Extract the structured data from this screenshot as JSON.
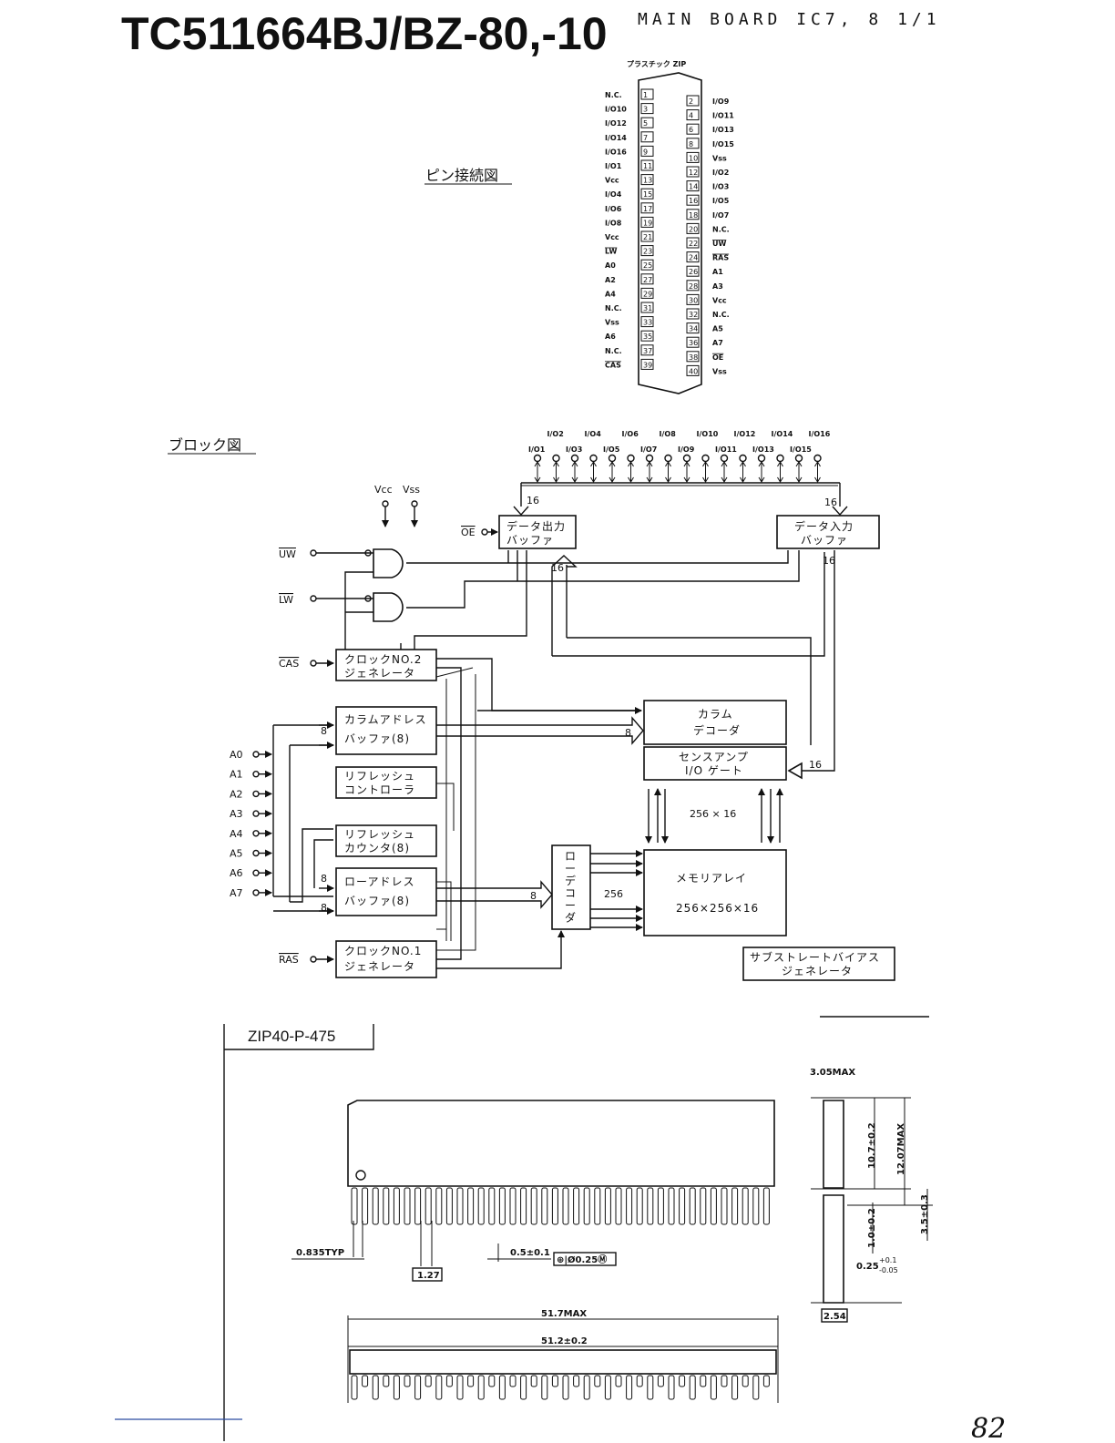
{
  "header": {
    "part_number": "TC511664BJ/BZ-80,-10",
    "board_ref": "MAIN BOARD IC7, 8 1/1",
    "page_number": "82"
  },
  "pin_section": {
    "title": "ピン接続図",
    "package_label": "プラスチック ZIP",
    "left_pins": [
      {
        "num": "1",
        "name": "N.C."
      },
      {
        "num": "3",
        "name": "I/O10"
      },
      {
        "num": "5",
        "name": "I/O12"
      },
      {
        "num": "7",
        "name": "I/O14"
      },
      {
        "num": "9",
        "name": "I/O16"
      },
      {
        "num": "11",
        "name": "I/O1"
      },
      {
        "num": "13",
        "name": "Vcc"
      },
      {
        "num": "15",
        "name": "I/O4"
      },
      {
        "num": "17",
        "name": "I/O6"
      },
      {
        "num": "19",
        "name": "I/O8"
      },
      {
        "num": "21",
        "name": "Vcc"
      },
      {
        "num": "23",
        "name": "LW"
      },
      {
        "num": "25",
        "name": "A0"
      },
      {
        "num": "27",
        "name": "A2"
      },
      {
        "num": "29",
        "name": "A4"
      },
      {
        "num": "31",
        "name": "N.C."
      },
      {
        "num": "33",
        "name": "Vss"
      },
      {
        "num": "35",
        "name": "A6"
      },
      {
        "num": "37",
        "name": "N.C."
      },
      {
        "num": "39",
        "name": "CAS"
      }
    ],
    "right_pins": [
      {
        "num": "2",
        "name": "I/O9"
      },
      {
        "num": "4",
        "name": "I/O11"
      },
      {
        "num": "6",
        "name": "I/O13"
      },
      {
        "num": "8",
        "name": "I/O15"
      },
      {
        "num": "10",
        "name": "Vss"
      },
      {
        "num": "12",
        "name": "I/O2"
      },
      {
        "num": "14",
        "name": "I/O3"
      },
      {
        "num": "16",
        "name": "I/O5"
      },
      {
        "num": "18",
        "name": "I/O7"
      },
      {
        "num": "20",
        "name": "N.C."
      },
      {
        "num": "22",
        "name": "UW"
      },
      {
        "num": "24",
        "name": "RAS"
      },
      {
        "num": "26",
        "name": "A1"
      },
      {
        "num": "28",
        "name": "A3"
      },
      {
        "num": "30",
        "name": "Vcc"
      },
      {
        "num": "32",
        "name": "N.C."
      },
      {
        "num": "34",
        "name": "A5"
      },
      {
        "num": "36",
        "name": "A7"
      },
      {
        "num": "38",
        "name": "OE"
      },
      {
        "num": "40",
        "name": "Vss"
      }
    ]
  },
  "block_section": {
    "title": "ブロック図",
    "io_top": [
      "I/O2",
      "I/O4",
      "I/O6",
      "I/O8",
      "I/O10",
      "I/O12",
      "I/O14",
      "I/O16"
    ],
    "io_bottom": [
      "I/O1",
      "I/O3",
      "I/O5",
      "I/O7",
      "I/O9",
      "I/O11",
      "I/O13",
      "I/O15"
    ],
    "supply": {
      "vcc": "Vcc",
      "vss": "Vss"
    },
    "signals": {
      "oe": "OE",
      "uw": "UW",
      "lw": "LW",
      "cas": "CAS",
      "ras": "RAS"
    },
    "address_inputs": [
      "A0",
      "A1",
      "A2",
      "A3",
      "A4",
      "A5",
      "A6",
      "A7"
    ],
    "bus_labels": {
      "b16": "16",
      "b8": "8",
      "b256": "256",
      "b256x16": "256 × 16"
    },
    "blocks": {
      "data_out_1": "データ出力",
      "data_out_2": "バッファ",
      "data_in_1": "データ入力",
      "data_in_2": "バッファ",
      "clk2_1": "クロックNO.2",
      "clk2_2": "ジェネレータ",
      "coladdr_1": "カラムアドレス",
      "coladdr_2": "バッファ(8)",
      "refctl_1": "リフレッシュ",
      "refctl_2": "コントローラ",
      "refcnt_1": "リフレッシュ",
      "refcnt_2": "カウンタ(8)",
      "rowaddr_1": "ローアドレス",
      "rowaddr_2": "バッファ(8)",
      "clk1_1": "クロックNO.1",
      "clk1_2": "ジェネレータ",
      "coldec_1": "カラム",
      "coldec_2": "デコーダ",
      "sense_1": "センスアンプ",
      "sense_2": "I/O ゲート",
      "rowdec": [
        "ロ",
        "ー",
        "デ",
        "コ",
        "ー",
        "ダ"
      ],
      "mem_1": "メモリアレイ",
      "mem_2": "256×256×16",
      "substrate_1": "サブストレートバイアス",
      "substrate_2": "ジェネレータ"
    }
  },
  "package_section": {
    "name": "ZIP40-P-475",
    "dims": {
      "d1": "3.05MAX",
      "d2": "10.7±0.2",
      "d3": "12.07MAX",
      "d4": "1.0±0.2",
      "d5": "3.5±0.3",
      "d6": "0.25",
      "d6_tol_plus": "+0.1",
      "d6_tol_minus": "-0.05",
      "d7": "0.835TYP",
      "d8": "1.27",
      "d9": "0.5±0.1",
      "d10": "⊕|Ø0.25Ⓜ",
      "d11": "2.54",
      "d12": "51.7MAX",
      "d13": "51.2±0.2"
    }
  }
}
